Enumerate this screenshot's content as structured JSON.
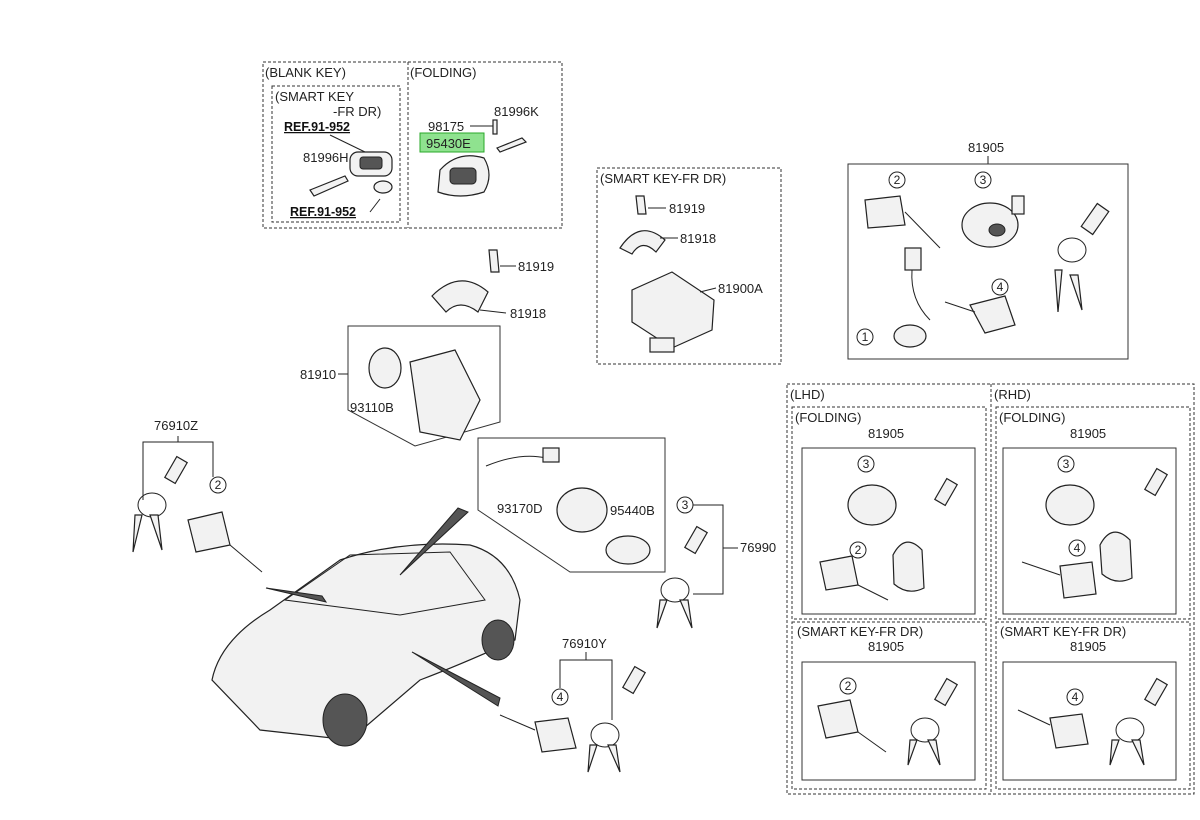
{
  "groups": {
    "blank_key": "(BLANK KEY)",
    "smart_key_fr_dr_1": "(SMART KEY",
    "smart_key_fr_dr_2": "-FR DR)",
    "folding_top": "(FOLDING)",
    "smart_key_fr_dr_mid": "(SMART KEY-FR DR)",
    "lhd": "(LHD)",
    "rhd": "(RHD)",
    "lhd_folding": "(FOLDING)",
    "rhd_folding": "(FOLDING)",
    "lhd_smart": "(SMART KEY-FR DR)",
    "rhd_smart": "(SMART KEY-FR DR)"
  },
  "refs": {
    "ref1": "REF.91-952",
    "ref2": "REF.91-952"
  },
  "parts": {
    "p81996H": "81996H",
    "p98175": "98175",
    "p81996K": "81996K",
    "p95430E": "95430E",
    "p81919a": "81919",
    "p81918a": "81918",
    "p81900A": "81900A",
    "p81905_top": "81905",
    "p81919b": "81919",
    "p81918b": "81918",
    "p81910": "81910",
    "p93110B": "93110B",
    "p76910Z": "76910Z",
    "p93170D": "93170D",
    "p95440B": "95440B",
    "p76990": "76990",
    "p76910Y": "76910Y",
    "p81905_lhd_fold": "81905",
    "p81905_rhd_fold": "81905",
    "p81905_lhd_smart": "81905",
    "p81905_rhd_smart": "81905"
  },
  "callouts": {
    "c1": "1",
    "c2": "2",
    "c3": "3",
    "c4": "4"
  },
  "colors": {
    "highlight": "#8fe28f"
  }
}
